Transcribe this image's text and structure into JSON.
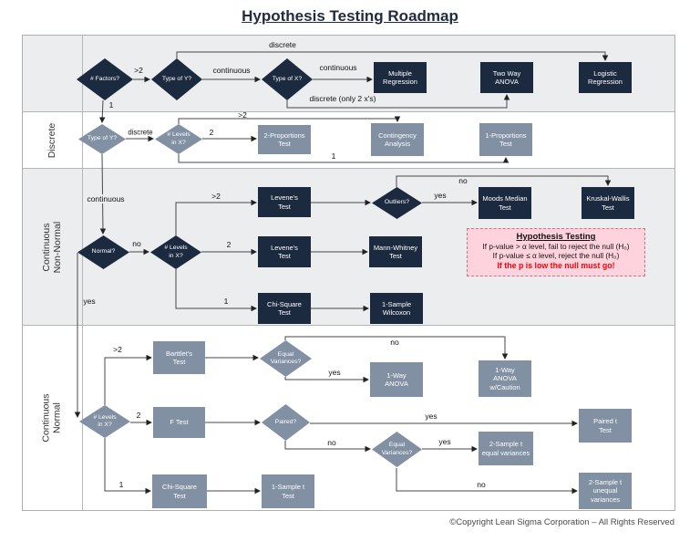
{
  "title": "Hypothesis Testing Roadmap",
  "copyright": "©Copyright Lean Sigma Corporation – All Rights Reserved",
  "colors": {
    "navy": "#1c2a40",
    "slate": "#8290a3",
    "callout_bg": "#ffd3de",
    "callout_red": "#ff0000"
  },
  "lanes": {
    "lane2": "Discrete",
    "lane3": "Continuous\nNon-Normal",
    "lane4": "Continuous\nNormal"
  },
  "nodes": {
    "factors": "# Factors?",
    "type_of_y_top": "Type of Y?",
    "type_of_x": "Type of X?",
    "multiple_regression": "Multiple\nRegression",
    "two_way_anova": "Two Way\nANOVA",
    "logistic_regression": "Logistic\nRegression",
    "type_of_y_disc": "Type of Y?",
    "levels_x_disc": "# Levels\nin X?",
    "two_proportions": "2-Proportions\nTest",
    "contingency": "Contingency\nAnalysis",
    "one_proportions": "1-Proportions\nTest",
    "normal": "Normal?",
    "levels_x_cnn": "# Levels\nin X?",
    "levenes1": "Levene's\nTest",
    "outliers": "Outliers?",
    "moods": "Moods Median\nTest",
    "kruskal": "Kruskal-Wallis\nTest",
    "levenes2": "Levene's\nTest",
    "mann_whitney": "Mann-Whitney\nTest",
    "chisq_cnn": "Chi-Square\nTest",
    "wilcoxon": "1-Sample\nWilcoxon",
    "levels_x_cn": "# Levels\nin X?",
    "bartletts": "Barttlet's\nTest",
    "equal_var1": "Equal\nVariances?",
    "anova1": "1-Way\nANOVA",
    "anova_caution": "1-Way\nANOVA\nw/Caution",
    "f_test": "F Test",
    "paired": "Paired?",
    "paired_t": "Paired t\nTest",
    "equal_var2": "Equal\nVariances?",
    "two_sample_eq": "2-Sample t\nequal variances",
    "chisq_cn": "Chi-Square\nTest",
    "one_sample_t": "1-Sample t\nTest",
    "two_sample_uneq": "2-Sample t\nunequal\nvariances"
  },
  "edges": {
    "gt2_top": ">2",
    "cont_top1": "continuous",
    "cont_top2": "continuous",
    "discrete_top": "discrete",
    "discrete_only2": "discrete (only 2 x's)",
    "one_top": "1",
    "discrete_disc": "discrete",
    "gt2_disc": ">2",
    "two_disc": "2",
    "one_disc": "1",
    "continuous_v": "continuous",
    "no_normal": "no",
    "gt2_cnn": ">2",
    "two_cnn": "2",
    "one_cnn": "1",
    "yes_outliers": "yes",
    "no_outliers": "no",
    "yes_normal": "yes",
    "gt2_cn": ">2",
    "two_cn": "2",
    "one_cn": "1",
    "no_ev1": "no",
    "yes_ev1": "yes",
    "yes_paired": "yes",
    "no_paired": "no",
    "yes_ev2": "yes",
    "no_ev2": "no"
  },
  "callout": {
    "title": "Hypothesis Testing",
    "line1": "If p-value > α level, fail to reject the null (H₀)",
    "line2": "If p-value ≤ α level, reject the null (H₀)",
    "line3": "If the p is low the null must go!"
  }
}
